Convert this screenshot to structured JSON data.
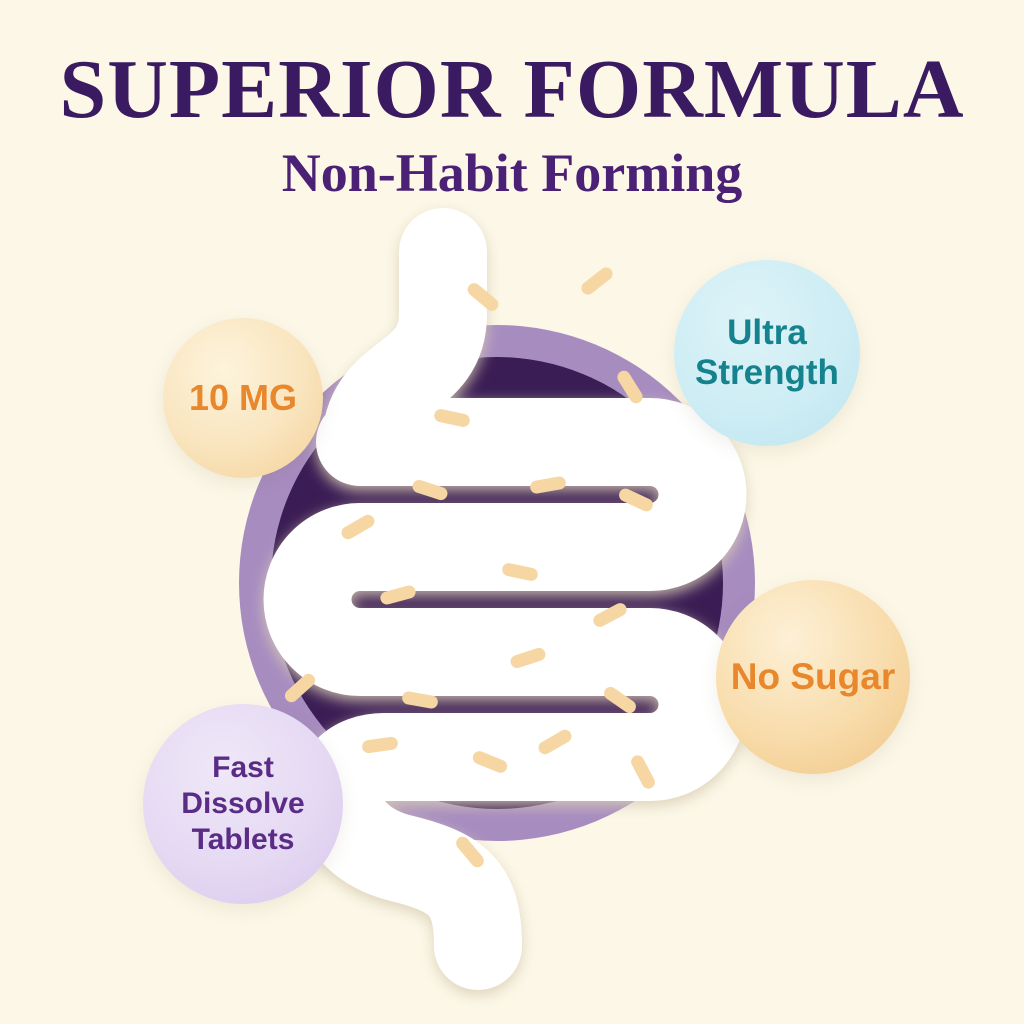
{
  "page": {
    "background_color": "#fcf7e7"
  },
  "header": {
    "title": "SUPERIOR FORMULA",
    "subtitle": "Non-Habit Forming",
    "title_color": "#3a1a60",
    "subtitle_color": "#4a2175"
  },
  "badges": {
    "dosage": {
      "label": "10 MG",
      "text_color": "#e8872b",
      "bg_color": "#f8e2ba"
    },
    "strength": {
      "label": "Ultra Strength",
      "text_color": "#15838d",
      "bg_color": "#cdecf4"
    },
    "sugar": {
      "label": "No Sugar",
      "text_color": "#e8872b",
      "bg_color": "#f6d9a6"
    },
    "tablets": {
      "label": "Fast Dissolve Tablets",
      "text_color": "#5a2c86",
      "bg_color": "#e5d9f3"
    }
  },
  "illustration": {
    "name": "intestine-with-tablets",
    "outer_ring_color": "#a78cc0",
    "inner_circle_color": "#3b1d55",
    "tube_color": "#ffffff",
    "pill_color": "#f6d7a4"
  }
}
